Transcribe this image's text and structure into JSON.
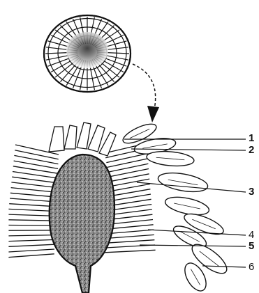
{
  "figure": {
    "labels": [
      "1",
      "2",
      "3",
      "4",
      "5",
      "6"
    ],
    "ink_color": "#111111",
    "background": "#ffffff"
  }
}
